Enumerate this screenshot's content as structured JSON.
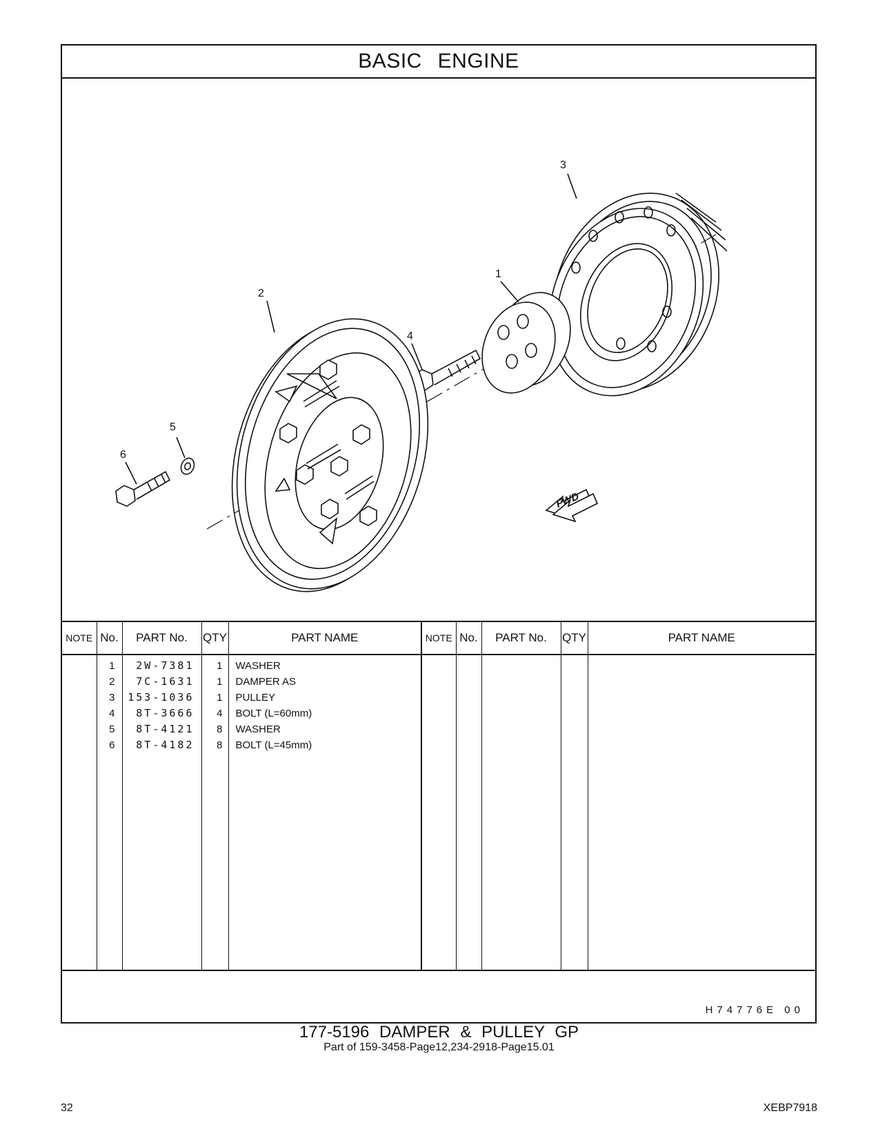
{
  "header": {
    "title": "BASIC   ENGINE"
  },
  "diagram": {
    "callouts": [
      "1",
      "2",
      "3",
      "4",
      "5",
      "6"
    ],
    "fwd_label": "FWD"
  },
  "table": {
    "headers": {
      "note": "NOTE",
      "no": "No.",
      "part_no": "PART No.",
      "qty": "QTY",
      "part_name": "PART NAME"
    },
    "rows": [
      {
        "no": "1",
        "part_no": "2W-7381",
        "qty": "1",
        "name": "WASHER"
      },
      {
        "no": "2",
        "part_no": "7C-1631",
        "qty": "1",
        "name": "DAMPER  AS"
      },
      {
        "no": "3",
        "part_no": "153-1036",
        "qty": "1",
        "name": "PULLEY"
      },
      {
        "no": "4",
        "part_no": "8T-3666",
        "qty": "4",
        "name": "BOLT (L=60mm)"
      },
      {
        "no": "5",
        "part_no": "8T-4121",
        "qty": "8",
        "name": "WASHER"
      },
      {
        "no": "6",
        "part_no": "8T-4182",
        "qty": "8",
        "name": "BOLT (L=45mm)"
      }
    ]
  },
  "serial": "H74776E   00",
  "footer": {
    "title": "177-5196  DAMPER & PULLEY GP",
    "subtitle": "Part of 159-3458-Page12,234-2918-Page15.01"
  },
  "page_number": "32",
  "doc_code": "XEBP7918"
}
